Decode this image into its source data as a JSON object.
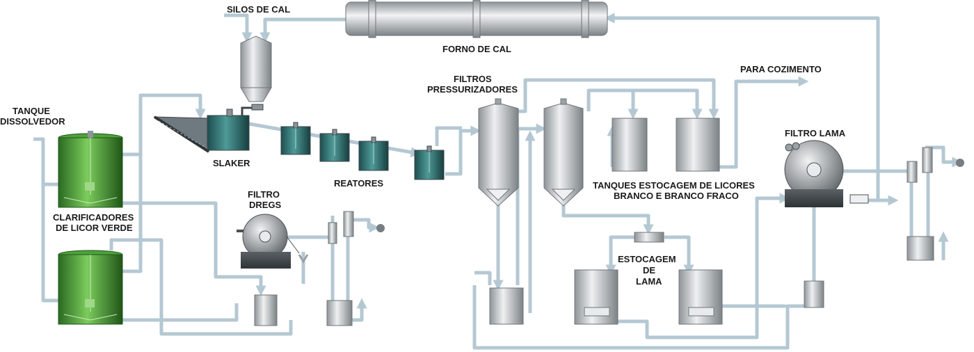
{
  "labels": {
    "silos_cal": "SILOS DE CAL",
    "forno_cal": "FORNO DE CAL",
    "tanque_line1": "TANQUE",
    "tanque_line2": "DISSOLVEDOR",
    "slaker": "SLAKER",
    "reatores": "REATORES",
    "filtros_line1": "FILTROS",
    "filtros_line2": "PRESSURIZADORES",
    "para_cozimento": "PARA COZIMENTO",
    "filtro_lama": "FILTRO LAMA",
    "filtro_dregs_line1": "FILTRO",
    "filtro_dregs_line2": "DREGS",
    "clarificadores_line1": "CLARIFICADORES",
    "clarificadores_line2": "DE LICOR VERDE",
    "tanques_line1": "TANQUES ESTOCAGEM DE LICORES",
    "tanques_line2": "BRANCO E BRANCO FRACO",
    "estocagem_line1": "ESTOCAGEM",
    "estocagem_line2": "DE",
    "estocagem_line3": "LAMA"
  },
  "colors": {
    "pipe": "#b4c8d3",
    "green_tank": "#3e8a30",
    "teal_tank": "#2c6a6a",
    "grey_equipment": "#c9cdd0",
    "text": "#1a1a1a"
  }
}
